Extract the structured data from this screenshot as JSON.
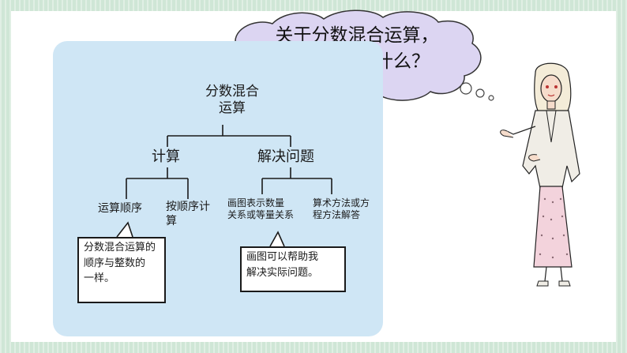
{
  "speech_bubble": {
    "text": "关于分数混合运算，\n你都学会了什么？"
  },
  "mind_map": {
    "root": "分数混合\n运算",
    "branches": [
      {
        "label": "计算",
        "children": [
          "运算顺序",
          "按顺序计\n算"
        ]
      },
      {
        "label": "解决问题",
        "children": [
          "画图表示数量\n关系或等量关系",
          "算术方法或方\n程方法解答"
        ]
      }
    ],
    "notes": [
      {
        "text": "分数混合运算的\n顺序与整数的\n一样。"
      },
      {
        "text": "画图可以帮助我\n解决实际问题。"
      }
    ]
  },
  "colors": {
    "panel_bg": "#cfe6f5",
    "bubble_bg": "#dcd5f2",
    "frame_bg": "#cfe6d6"
  }
}
